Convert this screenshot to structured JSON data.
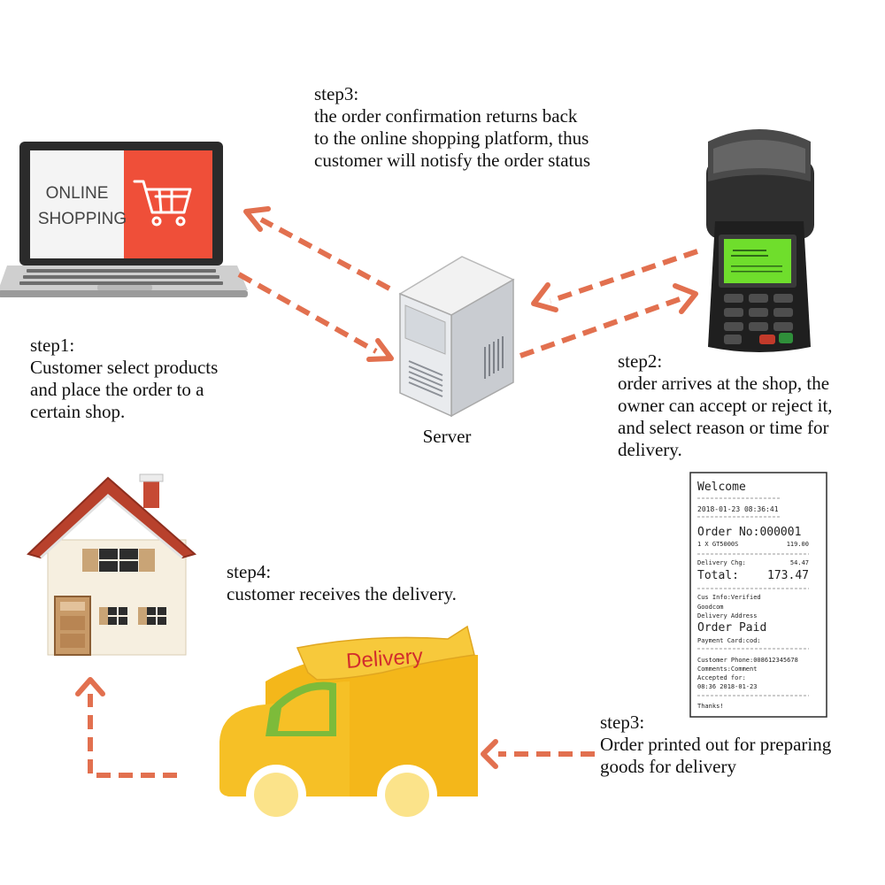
{
  "colors": {
    "arrow": "#e2704f",
    "laptop_screen_accent": "#ef4f39",
    "roof": "#b8412c",
    "truck": "#f4b71a",
    "delivery_banner": "#f7c93b",
    "terminal_screen": "#6fde2c"
  },
  "icons": [
    "laptop-icon",
    "shopping-cart-icon",
    "server-icon",
    "pos-terminal-icon",
    "receipt-icon",
    "house-icon",
    "delivery-truck-icon"
  ],
  "laptop": {
    "screen_line1": "ONLINE",
    "screen_line2": "SHOPPING"
  },
  "server": {
    "label": "Server"
  },
  "truck": {
    "banner": "Delivery"
  },
  "steps": {
    "step1": {
      "title": "step1:",
      "lines": [
        "Customer select products",
        "and place the order to a",
        "certain shop."
      ]
    },
    "step2": {
      "title": "step2:",
      "lines": [
        "order arrives at the shop, the",
        "owner can accept or reject it,",
        "and select reason or time for",
        "delivery."
      ]
    },
    "step3_top": {
      "title": "step3:",
      "lines": [
        "the order confirmation returns back",
        "to the online shopping platform, thus",
        "customer will notisfy the order status"
      ]
    },
    "step3_bottom": {
      "title": "step3:",
      "lines": [
        "Order printed out for preparing",
        "goods for delivery"
      ]
    },
    "step4": {
      "title": "step4:",
      "lines": [
        "customer receives the delivery."
      ]
    }
  },
  "receipt": {
    "welcome": "Welcome",
    "datetime": "2018-01-23 08:36:41",
    "order_no": "Order No:000001",
    "item": "1 X GT5000S",
    "item_price": "119.00",
    "delivery_label": "Delivery Chg:",
    "delivery_value": "54.47",
    "total_label": "Total:",
    "total_value": "173.47",
    "cus_info": "Cus Info:Verified",
    "name": "Goodcom",
    "address": "Delivery Address",
    "paid": "Order Paid",
    "payment": "Payment Card:cod:",
    "phone": "Customer Phone:008612345678",
    "comments": "Comments:Comment",
    "accepted": "Accepted for:",
    "accepted_time": "08:36 2018-01-23",
    "thanks": "Thanks!"
  }
}
